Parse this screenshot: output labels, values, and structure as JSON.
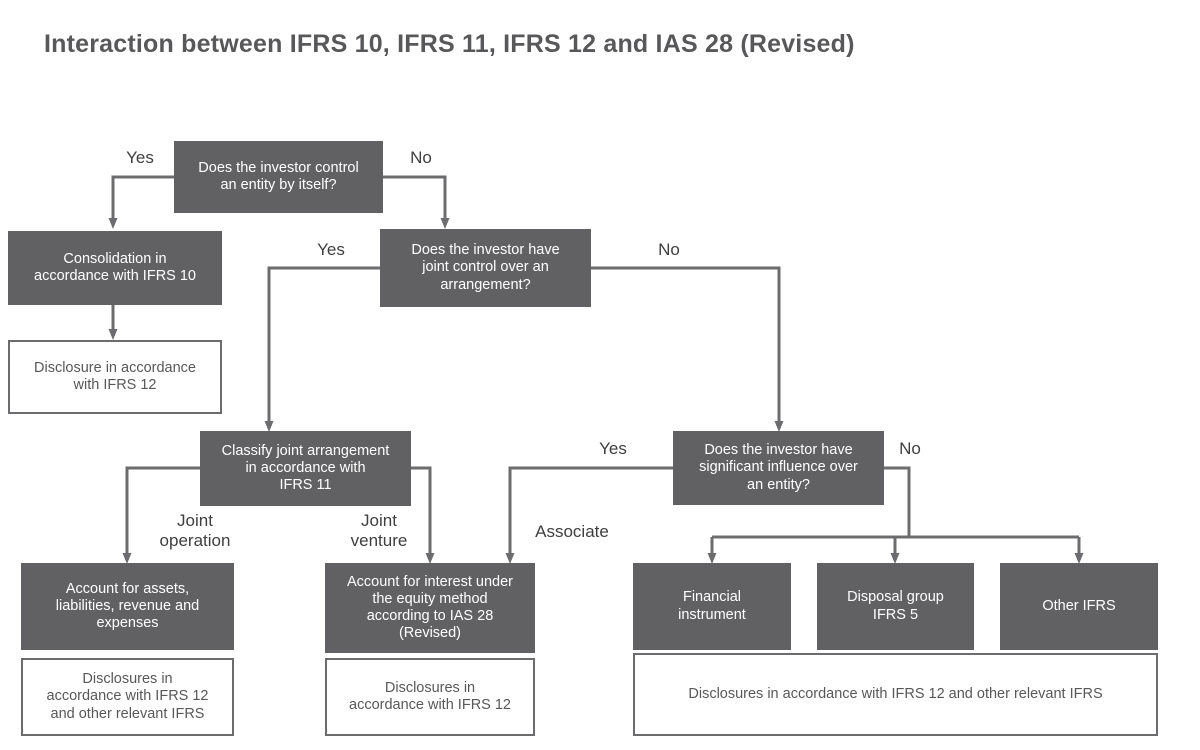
{
  "title": "Interaction between IFRS 10, IFRS 11, IFRS 12 and IAS 28 (Revised)",
  "colors": {
    "dark_box_fill": "#616163",
    "dark_box_text": "#ffffff",
    "light_box_fill": "#ffffff",
    "light_box_border": "#6c6c6e",
    "line": "#6c6c6e",
    "title_text": "#58585a",
    "label_text": "#3f3f40",
    "background": "#ffffff"
  },
  "nodes": {
    "q_control": "Does the investor control\nan entity by itself?",
    "consolidation": "Consolidation in\naccordance with IFRS 10",
    "disclosure_ifrs12": "Disclosure in accordance\nwith IFRS 12",
    "q_joint_control": "Does the investor have\njoint control over an\narrangement?",
    "classify_joint": "Classify joint arrangement\nin accordance with\nIFRS 11",
    "q_significant_influence": "Does the investor have\nsignificant influence over\nan entity?",
    "account_assets": "Account for assets,\nliabilities, revenue and\nexpenses",
    "disclosures_left": "Disclosures in\naccordance with IFRS 12\nand other relevant IFRS",
    "account_equity": "Account for interest under\nthe equity method\naccording to IAS 28\n(Revised)",
    "disclosures_mid": "Disclosures in\naccordance with IFRS 12",
    "financial_instrument": "Financial\ninstrument",
    "disposal_group": "Disposal group\nIFRS 5",
    "other_ifrs": "Other IFRS",
    "disclosures_right": "Disclosures in accordance with IFRS 12 and other relevant IFRS"
  },
  "edge_labels": {
    "control_yes": "Yes",
    "control_no": "No",
    "joint_control_yes": "Yes",
    "joint_control_no": "No",
    "joint_operation": "Joint\noperation",
    "joint_venture": "Joint\nventure",
    "associate": "Associate",
    "influence_yes": "Yes",
    "influence_no": "No"
  }
}
